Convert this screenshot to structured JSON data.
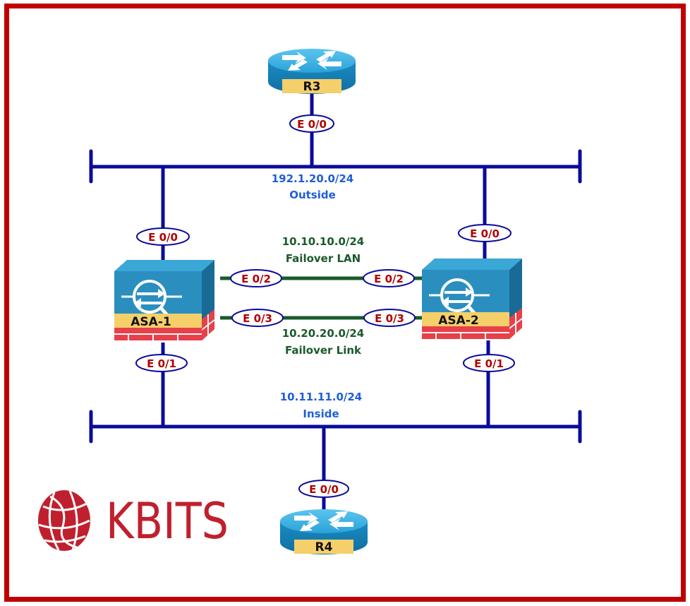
{
  "colors": {
    "frame": "#c00000",
    "bus": "#0a0a9a",
    "failover_link": "#1a5a2a",
    "subnet_blue": "#1f5fd6",
    "subnet_green": "#1a5a2a",
    "iface_text": "#b00000",
    "iface_border": "#0a0a9a",
    "device_label_bg": "#f5cf6a",
    "router_top": "#2aa3d8",
    "router_side": "#1680b4",
    "asa_front": "#2a8fbf",
    "asa_top": "#3aa7d6",
    "asa_side": "#1a6a96",
    "brick": "#e8404a",
    "logo": "#c0202e"
  },
  "devices": {
    "r3": {
      "label": "R3"
    },
    "r4": {
      "label": "R4"
    },
    "asa1": {
      "label": "ASA-1"
    },
    "asa2": {
      "label": "ASA-2"
    }
  },
  "networks": {
    "outside": {
      "subnet": "192.1.20.0/24",
      "name": "Outside"
    },
    "inside": {
      "subnet": "10.11.11.0/24",
      "name": "Inside"
    },
    "failover_lan": {
      "subnet": "10.10.10.0/24",
      "name": "Failover LAN"
    },
    "failover_link": {
      "subnet": "10.20.20.0/24",
      "name": "Failover Link"
    }
  },
  "interfaces": {
    "r3_e00": "E 0/0",
    "r4_e00": "E 0/0",
    "asa1_e00": "E 0/0",
    "asa1_e01": "E 0/1",
    "asa1_e02": "E 0/2",
    "asa1_e03": "E 0/3",
    "asa2_e00": "E 0/0",
    "asa2_e01": "E 0/1",
    "asa2_e02": "E 0/2",
    "asa2_e03": "E 0/3"
  },
  "logo": {
    "text": "KBITS"
  }
}
